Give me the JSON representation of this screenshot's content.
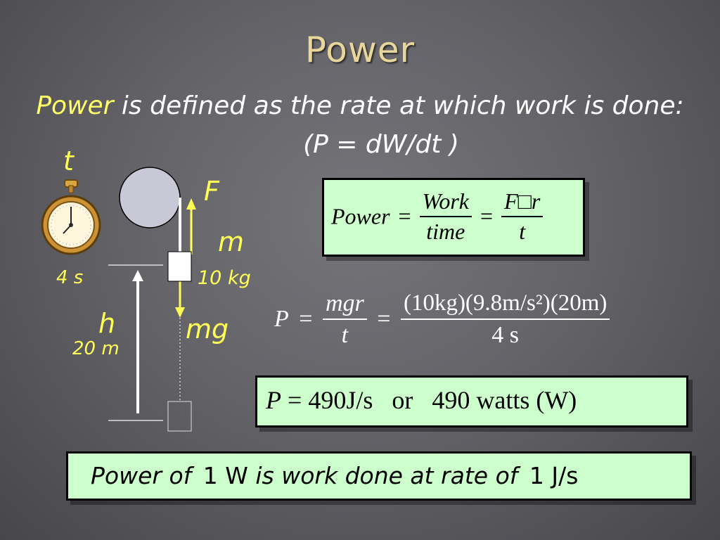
{
  "title": "Power",
  "definition": {
    "term": "Power",
    "rest": " is defined as the rate at which work is done:",
    "formula": "(P = dW/dt )"
  },
  "diagram": {
    "t_label": "t",
    "time_value": "4 s",
    "force_label": "F",
    "mass_label": "m",
    "mass_value": "10 kg",
    "height_label": "h",
    "height_value": "20 m",
    "weight_label": "mg"
  },
  "box1": {
    "lhs": "Power",
    "eq": "=",
    "frac1_num": "Work",
    "frac1_den": "time",
    "frac2_num": "F□r",
    "frac2_den": "t"
  },
  "calc": {
    "lhs": "P",
    "eq": "=",
    "frac1_num": "mgr",
    "frac1_den": "t",
    "frac2_num": "(10kg)(9.8m/s²)(20m)",
    "frac2_den": "4 s"
  },
  "result": {
    "p": "P",
    "eq": "=",
    "value": "490",
    "unit1": "J/s",
    "or": "or",
    "watts": "490 watts (W)"
  },
  "footer": {
    "part1": "Power of ",
    "val1": "1 W",
    "part2": " is work done at rate of ",
    "val2": "1 J/s"
  }
}
